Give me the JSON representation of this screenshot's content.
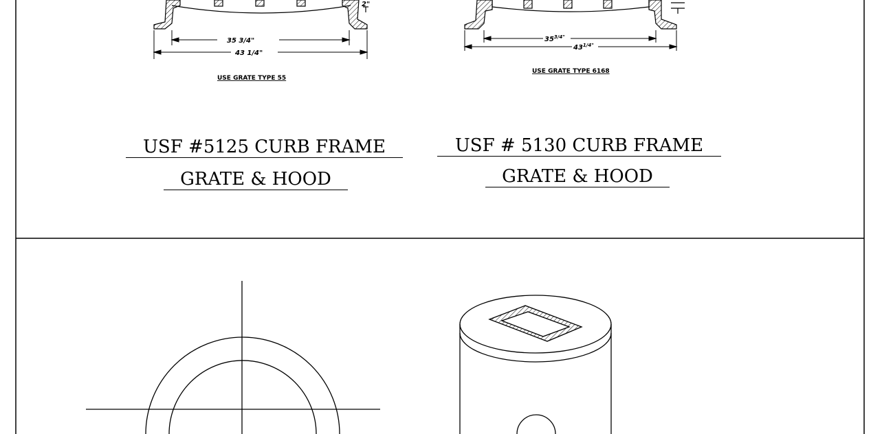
{
  "drawing_5125": {
    "dim_small": "2\"",
    "dim_inner": "35 3/4\"",
    "dim_outer": "43 1/4\"",
    "grate_note": "USE GRATE TYPE 55",
    "caption_line1": "USF #5125 CURB FRAME",
    "caption_line2": "GRATE & HOOD"
  },
  "drawing_5130": {
    "dim_inner_whole": "35",
    "dim_inner_frac": "3/4\"",
    "dim_outer_whole": "43",
    "dim_outer_frac": "1/4\"",
    "grate_note": "USE GRATE TYPE 6168",
    "caption_line1": "USF # 5130 CURB FRAME",
    "caption_line2": "GRATE & HOOD"
  }
}
